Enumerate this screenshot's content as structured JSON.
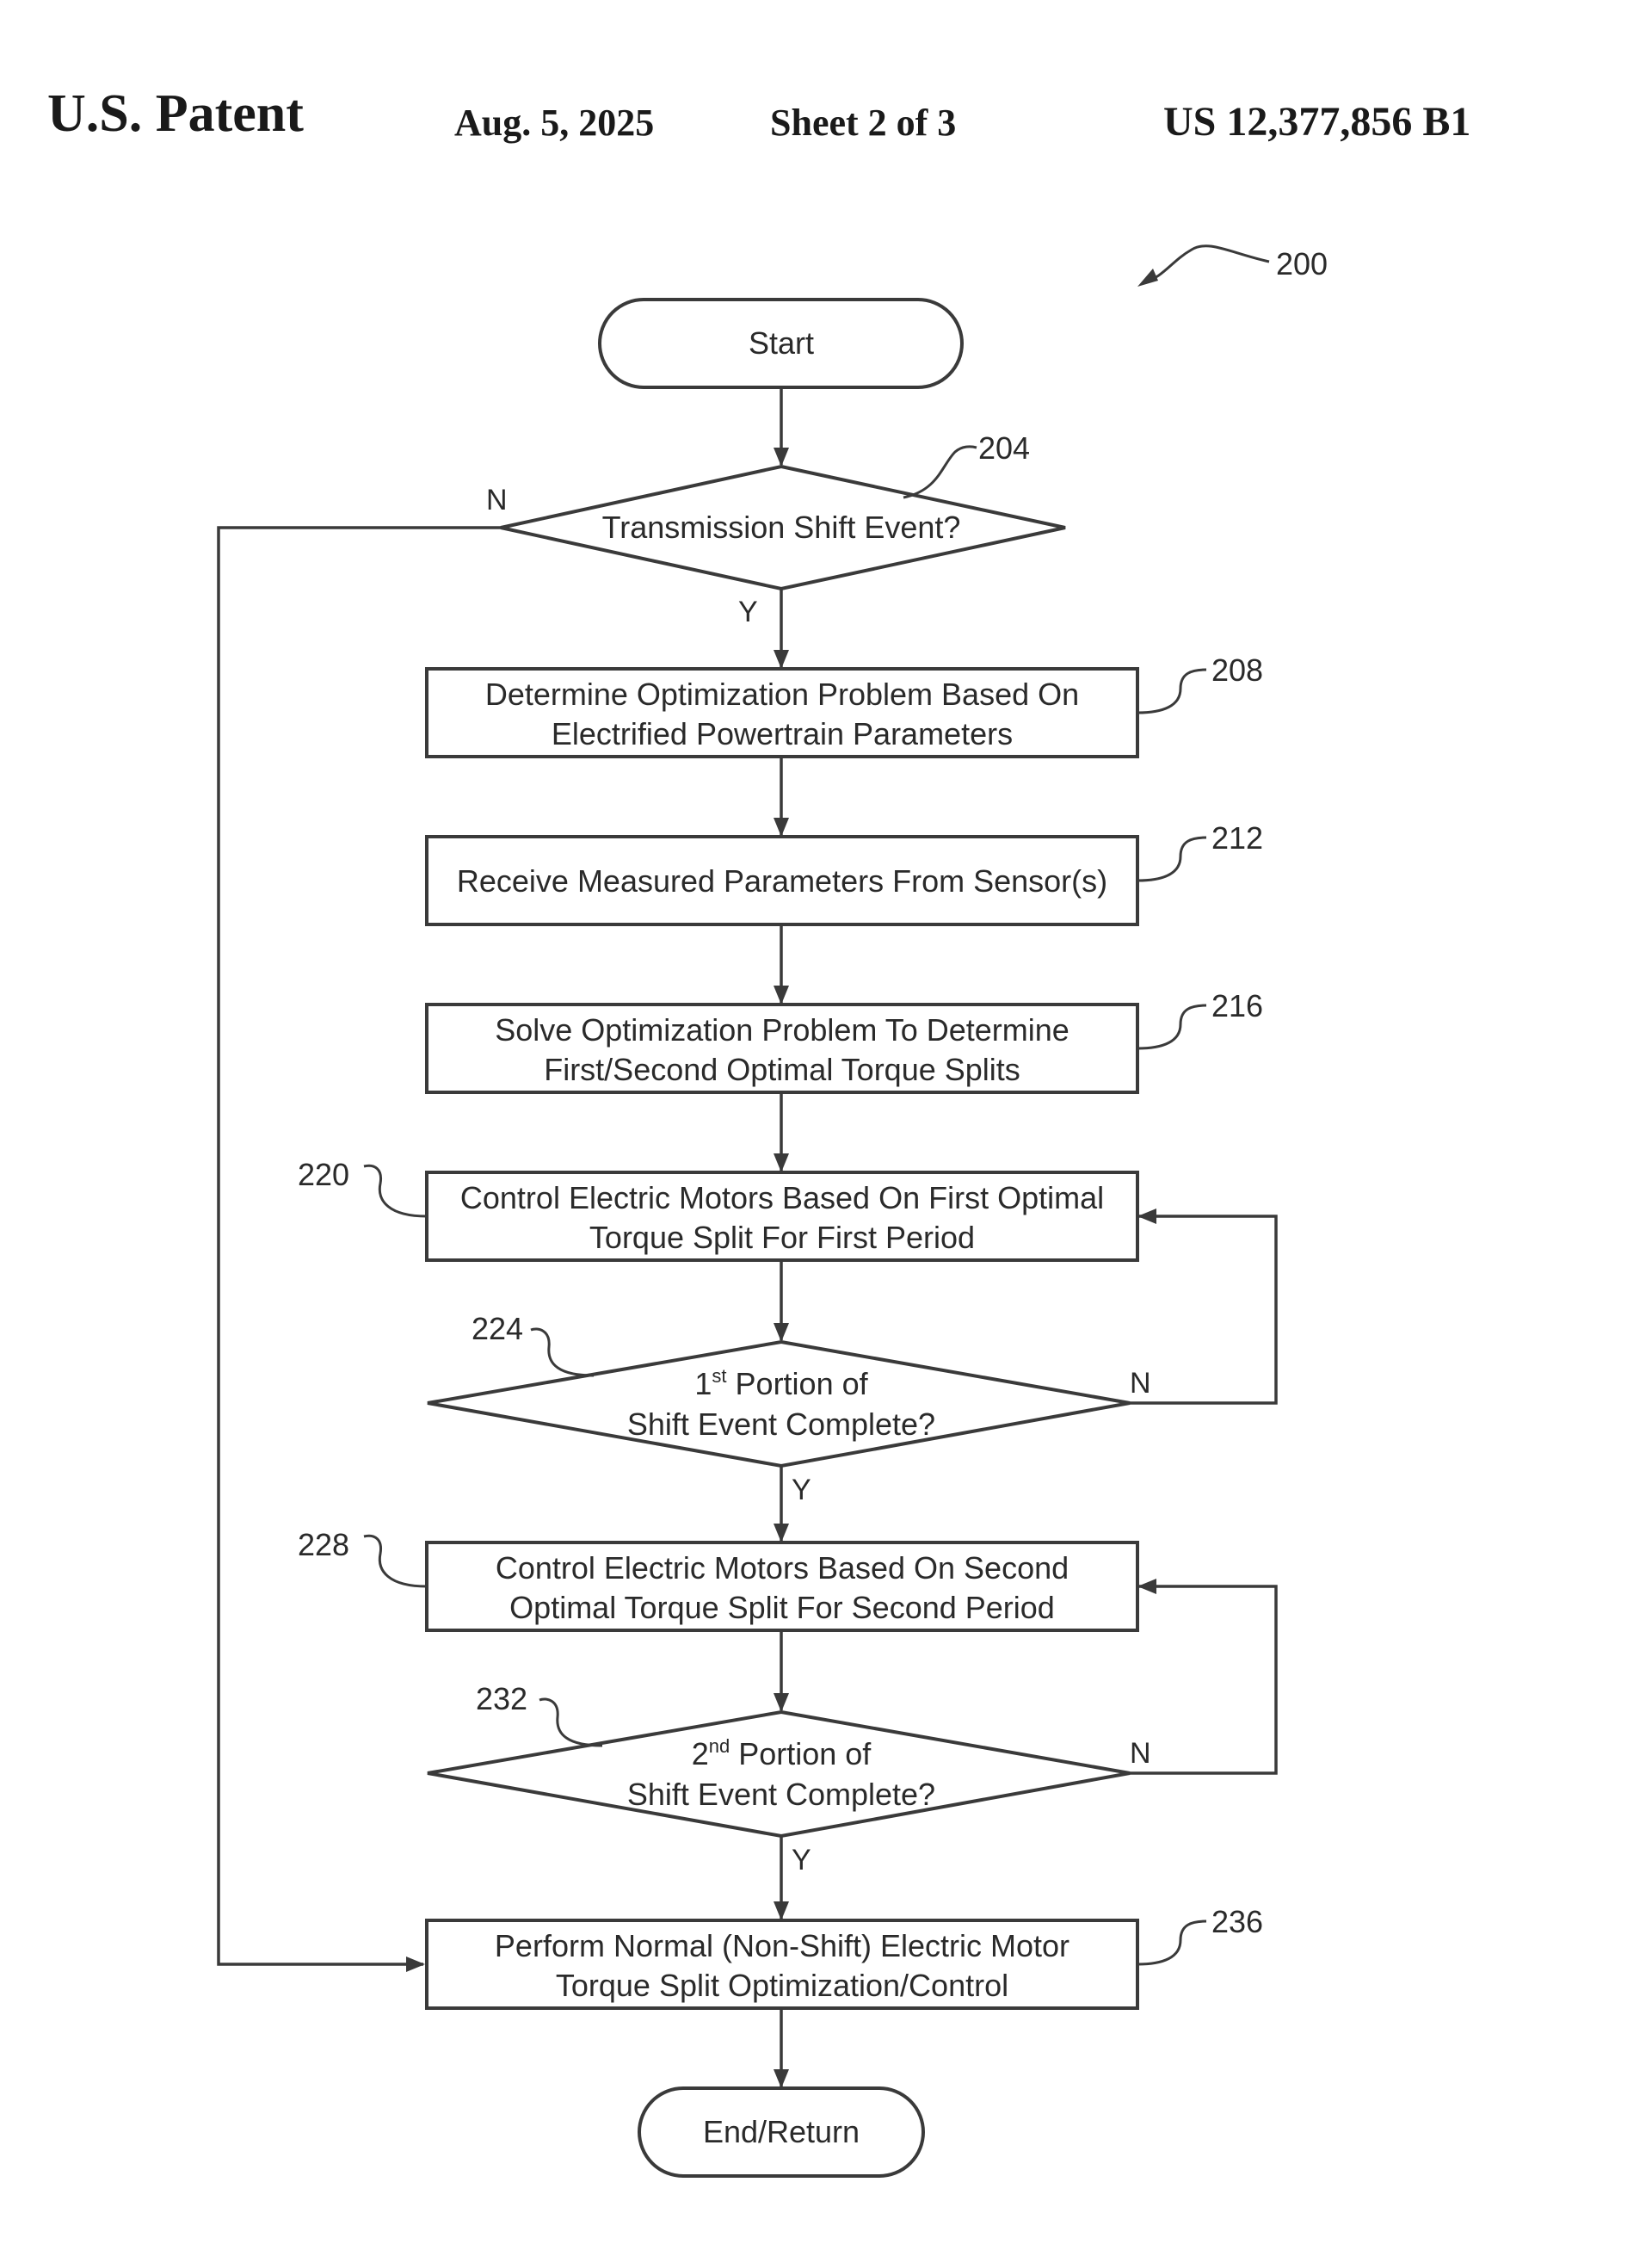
{
  "header": {
    "left": "U.S. Patent",
    "date": "Aug. 5, 2025",
    "sheet": "Sheet 2 of 3",
    "number": "US 12,377,856 B1"
  },
  "figure_ref": "200",
  "nodes": {
    "start": {
      "text": "Start"
    },
    "n204": {
      "ref": "204",
      "text": "Transmission Shift Event?"
    },
    "n208": {
      "ref": "208",
      "line1": "Determine Optimization Problem Based On",
      "line2": "Electrified Powertrain Parameters"
    },
    "n212": {
      "ref": "212",
      "text": "Receive Measured Parameters From Sensor(s)"
    },
    "n216": {
      "ref": "216",
      "line1": "Solve Optimization Problem To Determine",
      "line2": "First/Second Optimal Torque Splits"
    },
    "n220": {
      "ref": "220",
      "line1": "Control Electric Motors Based On First Optimal",
      "line2": "Torque Split For First Period"
    },
    "n224": {
      "ref": "224",
      "num": "1",
      "sup": "st",
      "line1_rest": " Portion of",
      "line2": "Shift Event Complete?"
    },
    "n228": {
      "ref": "228",
      "line1": "Control Electric Motors Based On Second",
      "line2": "Optimal Torque Split For Second Period"
    },
    "n232": {
      "ref": "232",
      "num": "2",
      "sup": "nd",
      "line1_rest": " Portion of",
      "line2": "Shift Event Complete?"
    },
    "n236": {
      "ref": "236",
      "line1": "Perform Normal (Non-Shift) Electric Motor",
      "line2": "Torque Split Optimization/Control"
    },
    "end": {
      "text": "End/Return"
    }
  },
  "edge_labels": {
    "d204_no": "N",
    "d204_yes": "Y",
    "d224_no": "N",
    "d224_yes": "Y",
    "d232_no": "N",
    "d232_yes": "Y"
  }
}
